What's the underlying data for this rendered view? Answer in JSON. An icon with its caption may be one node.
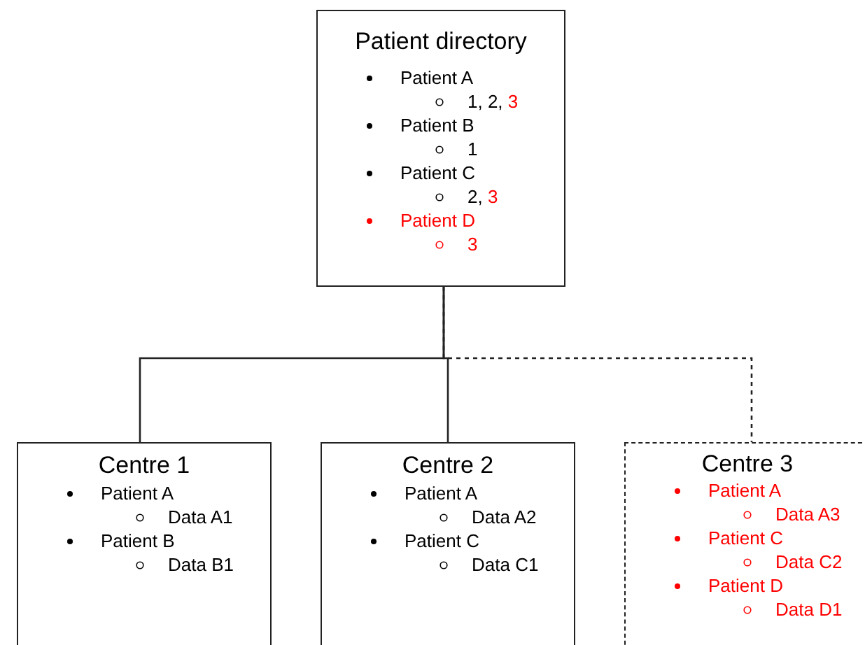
{
  "diagram": {
    "nodes": [
      {
        "text": [
          "Patient directory",
          "Patient A",
          "1, 2, 3",
          "Patient B",
          "1",
          "Patient C",
          "2, 3",
          "Patient D",
          "3"
        ]
      },
      {
        "text": [
          "Centre 1",
          "Patient A",
          "Data A1",
          "Patient B",
          "Data B1"
        ]
      },
      {
        "text": [
          "Centre 2",
          "Patient A",
          "Data A2",
          "Patient C",
          "Data C1"
        ]
      },
      {
        "text": [
          "Centre 3",
          "Patient A",
          "Data A3",
          "Patient C",
          "Data C2",
          "Patient D",
          "Data D1"
        ]
      }
    ],
    "edges": [
      {
        "from": 0,
        "to": 1,
        "arrow": "none"
      },
      {
        "from": 0,
        "to": 2,
        "arrow": "none"
      },
      {
        "from": 0,
        "to": 3,
        "arrow": "none",
        "style": "dashed"
      }
    ]
  }
}
